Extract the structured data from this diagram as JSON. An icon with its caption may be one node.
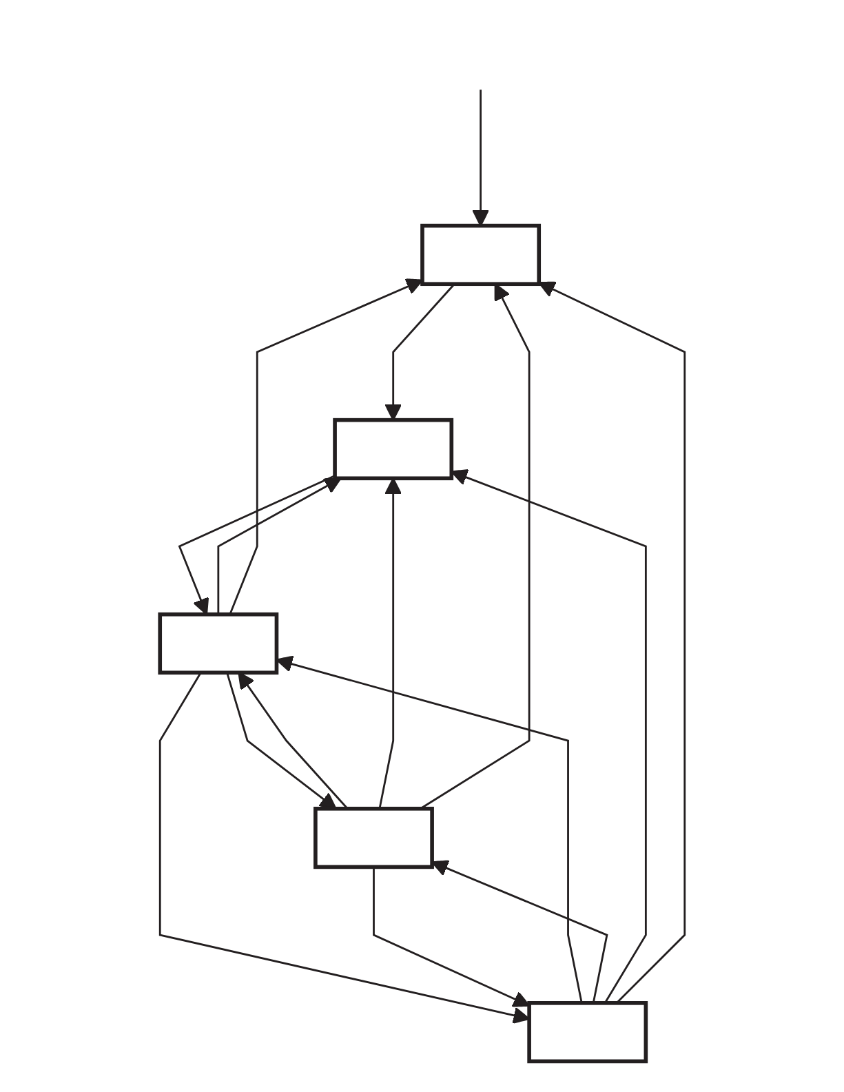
{
  "diagram": {
    "nodes": [
      {
        "text": [],
        "shape": "box"
      },
      {
        "text": [],
        "shape": "box"
      },
      {
        "text": [],
        "shape": "box"
      },
      {
        "text": [],
        "shape": "box"
      },
      {
        "text": [],
        "shape": "box"
      }
    ],
    "edges": [
      {
        "from": null,
        "to": 0,
        "arrow": "to"
      },
      {
        "from": 0,
        "to": 1,
        "arrow": "to"
      },
      {
        "from": 1,
        "to": 2,
        "arrow": "to"
      },
      {
        "from": 2,
        "to": 4,
        "arrow": "to"
      },
      {
        "from": 4,
        "to": 2,
        "arrow": "to"
      },
      {
        "from": 2,
        "to": 3,
        "arrow": "to"
      },
      {
        "from": 3,
        "to": 2,
        "arrow": "to"
      },
      {
        "from": 4,
        "to": 3,
        "arrow": "to"
      },
      {
        "from": 3,
        "to": 4,
        "arrow": "to"
      },
      {
        "from": 2,
        "to": 1,
        "arrow": "to"
      },
      {
        "from": 3,
        "to": 1,
        "arrow": "to"
      },
      {
        "from": 4,
        "to": 1,
        "arrow": "to"
      },
      {
        "from": 2,
        "to": 0,
        "arrow": "to"
      },
      {
        "from": 3,
        "to": 0,
        "arrow": "to"
      },
      {
        "from": 4,
        "to": 0,
        "arrow": "to"
      }
    ]
  }
}
